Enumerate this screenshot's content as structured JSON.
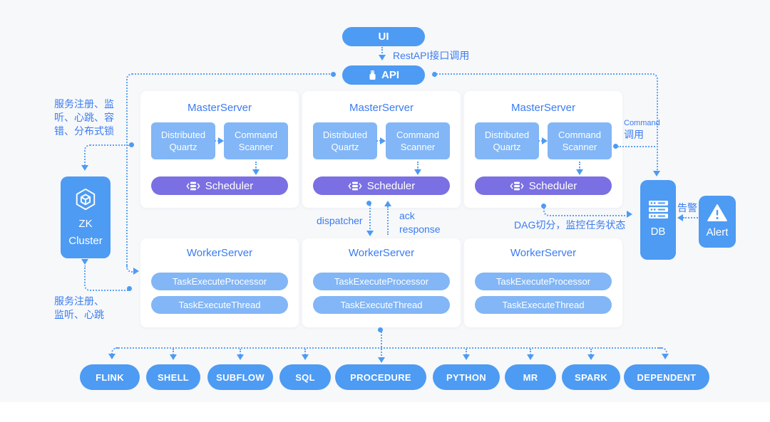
{
  "colors": {
    "primary_blue": "#4d9bf3",
    "light_blue": "#82b6f6",
    "purple": "#7a70e3",
    "label_blue": "#3a7cf1",
    "card_bg": "#ffffff",
    "canvas_bg": "#f7f8fa"
  },
  "icons": {
    "api": "usb-plug-icon",
    "zk": "cube-hexagon-icon",
    "scheduler": "database-stack-icon",
    "db": "server-stack-icon",
    "alert": "warning-triangle-icon"
  },
  "top": {
    "ui": "UI",
    "api": "API",
    "rest_api_call": "RestAPI接口调用"
  },
  "zookeeper": {
    "note_top": "服务注册、监听、心跳、容错、分布式锁",
    "note_bottom": "服务注册、监听、心跳",
    "name_line1": "ZK",
    "name_line2": "Cluster"
  },
  "masters": [
    {
      "title": "MasterServer",
      "quartz": "Distributed Quartz",
      "scanner": "Command Scanner",
      "scheduler": "Scheduler"
    },
    {
      "title": "MasterServer",
      "quartz": "Distributed Quartz",
      "scanner": "Command Scanner",
      "scheduler": "Scheduler"
    },
    {
      "title": "MasterServer",
      "quartz": "Distributed Quartz",
      "scanner": "Command Scanner",
      "scheduler": "Scheduler"
    }
  ],
  "workers": [
    {
      "title": "WorkerServer",
      "processor": "TaskExecuteProcessor",
      "thread": "TaskExecuteThread"
    },
    {
      "title": "WorkerServer",
      "processor": "TaskExecuteProcessor",
      "thread": "TaskExecuteThread"
    },
    {
      "title": "WorkerServer",
      "processor": "TaskExecuteProcessor",
      "thread": "TaskExecuteThread"
    }
  ],
  "flow_labels": {
    "dispatcher": "dispatcher",
    "ack": "ack",
    "response": "response",
    "dag_split": "DAG切分，监控任务状态",
    "command_line1": "Command",
    "command_line2": "调用",
    "alarm": "告警"
  },
  "storage": {
    "db": "DB"
  },
  "alert": {
    "label": "Alert"
  },
  "tasks": [
    "FLINK",
    "SHELL",
    "SUBFLOW",
    "SQL",
    "PROCEDURE",
    "PYTHON",
    "MR",
    "SPARK",
    "DEPENDENT"
  ]
}
